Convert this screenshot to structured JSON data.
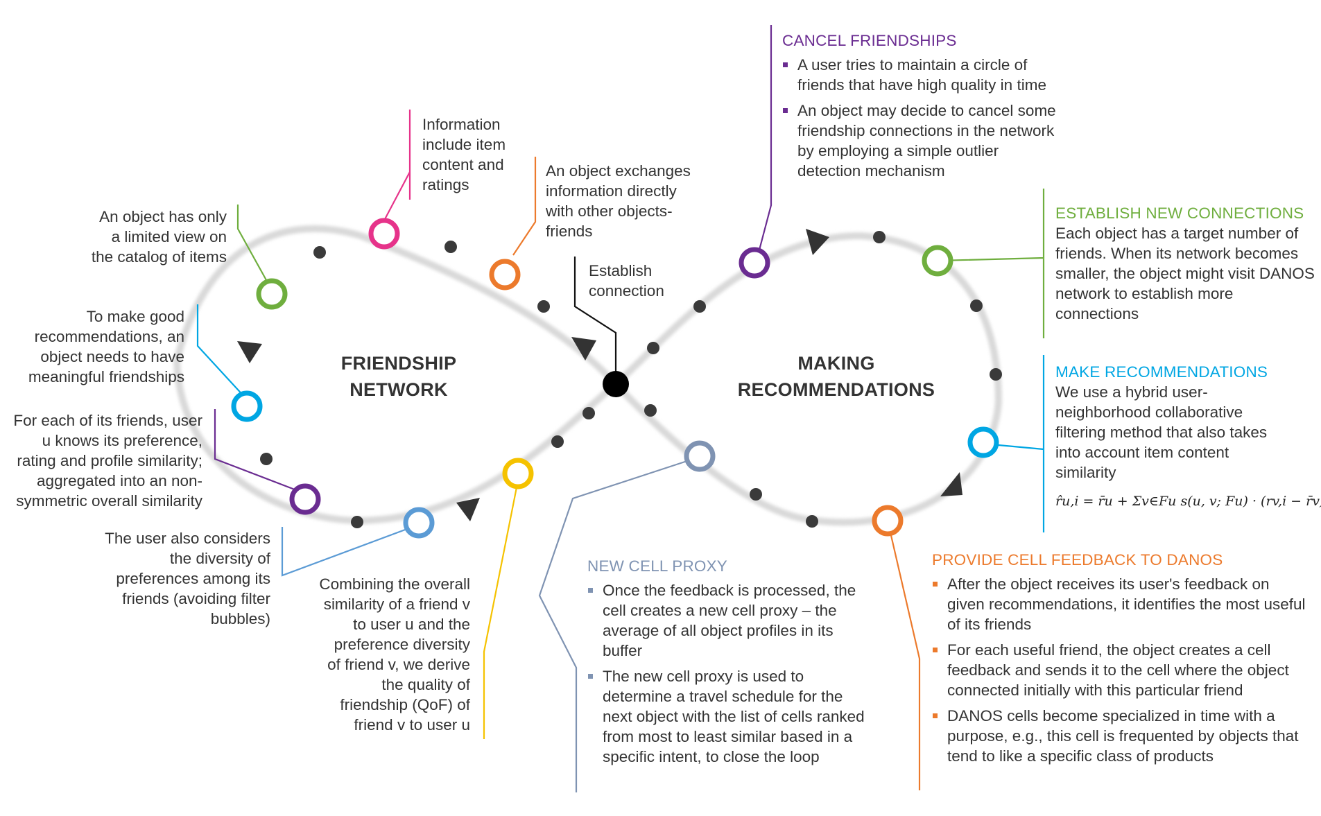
{
  "colors": {
    "purple": "#6a2c91",
    "green": "#6fae3e",
    "blue": "#00a6e3",
    "orange": "#ec7a2c",
    "pink": "#e6338a",
    "yellow": "#f5c200",
    "slate_blue": "#5b9bd5",
    "gray_blue": "#7f93b2",
    "dark": "#333333"
  },
  "centers": {
    "left": [
      "FRIENDSHIP",
      "NETWORK"
    ],
    "right": [
      "MAKING",
      "RECOMMENDATIONS"
    ]
  },
  "left_notes": {
    "info_items": [
      "Information",
      "include item",
      "content and",
      "ratings"
    ],
    "limited_view": [
      "An object has only",
      "a limited view on",
      "the catalog of items"
    ],
    "exchanges": [
      "An object exchanges",
      "information directly",
      "with other objects-",
      "friends"
    ],
    "establish": [
      "Establish",
      "connection"
    ],
    "good_recs": [
      "To make good",
      "recommendations, an",
      "object needs to have",
      "meaningful friendships"
    ],
    "similarity": [
      "For each of its friends, user",
      "u knows its preference,",
      "rating and profile similarity;",
      "aggregated into an non-",
      "symmetric overall similarity"
    ],
    "diversity": [
      "The user also considers",
      "the diversity of",
      "preferences among its",
      "friends (avoiding filter",
      "bubbles)"
    ],
    "qof": [
      "Combining the overall",
      "similarity of a friend v",
      "to user u and the",
      "preference diversity",
      "of friend v, we derive",
      "the quality of",
      "friendship (QoF) of",
      "friend v to user u"
    ]
  },
  "cancel": {
    "title": "CANCEL FRIENDSHIPS",
    "bullets": [
      "A user tries to maintain a circle of friends that have high quality in time",
      "An object may decide to cancel some friendship connections in the network by employing a simple outlier detection mechanism"
    ]
  },
  "establish_new": {
    "title": "ESTABLISH NEW CONNECTIONS",
    "body": "Each object has a target number of friends. When its network becomes smaller, the object might visit DANOS network to establish more connections"
  },
  "make_recs": {
    "title": "MAKE RECOMMENDATIONS",
    "body": "We use a hybrid user-neighborhood collaborative filtering method that also takes into account item content similarity",
    "formula": "r̂u,i = r̄u + Σv∈Fu s(u, v; Fu) · (rv,i − r̄v)"
  },
  "proxy": {
    "title": "NEW CELL PROXY",
    "bullets": [
      "Once the feedback is processed, the cell creates a new cell proxy – the average of all object profiles in its buffer",
      "The new cell proxy is used to determine a travel schedule for the next object with the list of cells ranked from most to least similar based in a specific intent, to close the loop"
    ]
  },
  "feedback": {
    "title": "PROVIDE CELL FEEDBACK TO DANOS",
    "bullets": [
      "After the object receives its user's feedback on given recommendations, it identifies the most useful of its friends",
      "For each useful friend, the object creates a cell feedback and sends it to the cell where the object connected initially with this particular friend",
      "DANOS cells become specialized in time with a purpose, e.g., this cell is frequented by objects that tend to like a specific class of products"
    ]
  }
}
